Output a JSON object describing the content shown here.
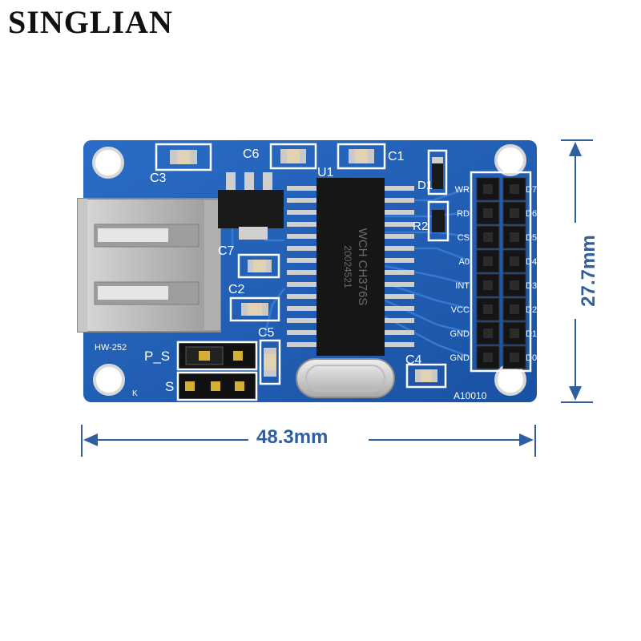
{
  "brand": {
    "name": "SINGLIAN"
  },
  "dimensions": {
    "width_label": "48.3mm",
    "height_label": "27.7mm"
  },
  "board": {
    "model_label": "HW-252",
    "chip_text_top": "WCH CH376S",
    "chip_text_bottom": "20024521",
    "board_code": "A10010",
    "jumper_labels": [
      "P_S",
      "S"
    ],
    "component_labels": [
      "C3",
      "C6",
      "C1",
      "U1",
      "D1",
      "R2",
      "C7",
      "C2",
      "C5",
      "C4",
      "K"
    ],
    "pin_labels_left": [
      "WR",
      "RD",
      "CS",
      "A0",
      "INT",
      "VCC",
      "GND",
      "GND"
    ],
    "pin_labels_right": [
      "D7",
      "D6",
      "D5",
      "D4",
      "D3",
      "D2",
      "D1",
      "D0"
    ]
  },
  "colors": {
    "pcb": "#1f5fb8",
    "pcb_dark": "#184e99",
    "dimension": "#2f5f9e"
  }
}
